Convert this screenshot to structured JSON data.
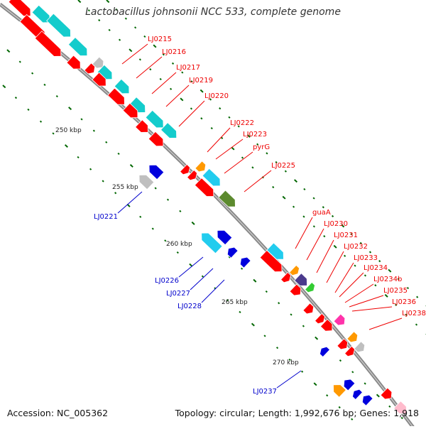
{
  "title": "Lactobacillus johnsonii NCC 533, complete genome",
  "footer": {
    "accession": "Accession: NC_005362",
    "topology": "Topology: circular; Length: 1,992,676 bp; Genes: 1,918"
  },
  "colors": {
    "red": "#ff0000",
    "cyan": "#14cccc",
    "lightblue": "#22ccee",
    "blue": "#0000dd",
    "grey": "#bfbfbf",
    "orange": "#ff9900",
    "olive": "#5c8a2e",
    "purple": "#4a3a8c",
    "green": "#33cc33",
    "magenta": "#ff33aa",
    "pink": "#ffbbcc",
    "label_red": "#ee0000",
    "label_blue": "#0000cc",
    "tick": "#006600",
    "backbone": "#888888"
  },
  "scale_labels": [
    "250 kbp",
    "255 kbp",
    "260 kbp",
    "265 kbp",
    "270 kbp"
  ],
  "gene_labels_forward": [
    "LJ0215",
    "LJ0216",
    "LJ0217",
    "LJ0219",
    "LJ0220",
    "LJ0222",
    "LJ0223",
    "pyrG",
    "LJ0225",
    "guaA",
    "LJ0230",
    "LJ0231",
    "LJ0232",
    "LJ0233",
    "LJ0234",
    "LJ0234b",
    "LJ0235",
    "LJ0236",
    "LJ0238"
  ],
  "gene_labels_reverse": [
    "LJ0221",
    "LJ0226",
    "LJ0227",
    "LJ0228",
    "LJ0237"
  ]
}
